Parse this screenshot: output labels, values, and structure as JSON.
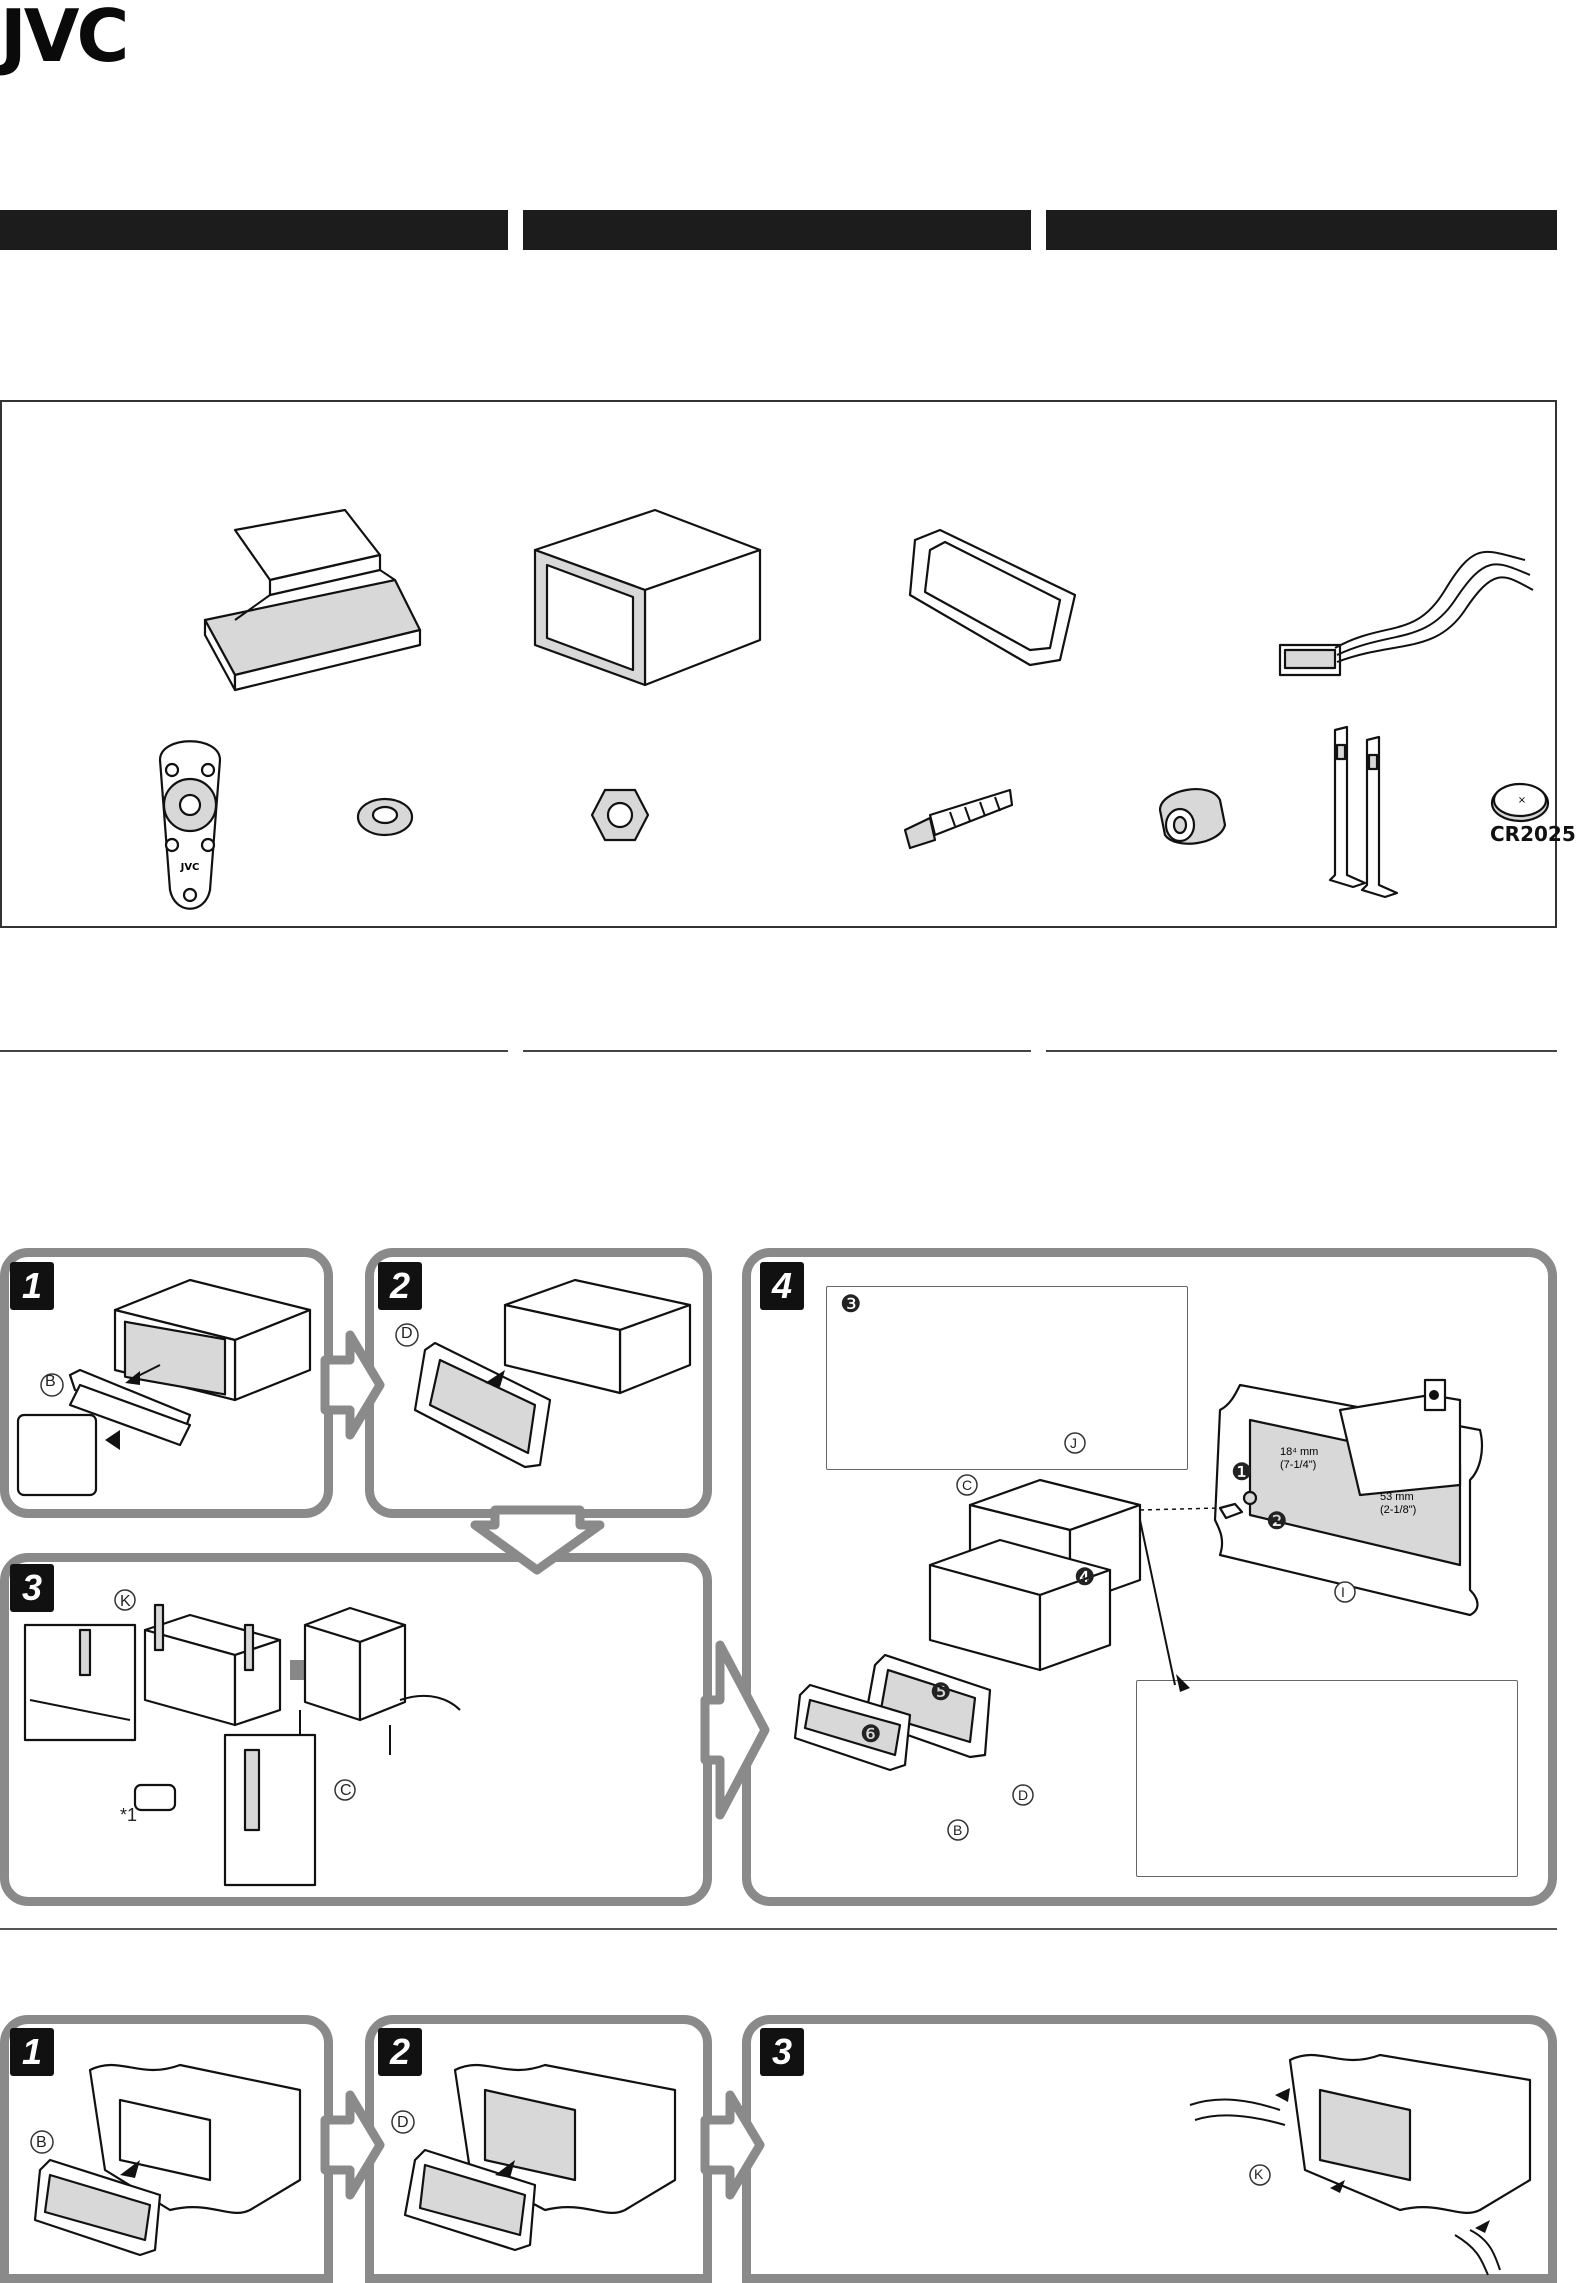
{
  "brand": {
    "logo": "JVC"
  },
  "parts_labels": {
    "battery": "CR2025",
    "remote_logo": "JVC"
  },
  "install_steps": [
    "1",
    "2",
    "3",
    "4"
  ],
  "step4_bullets": [
    "❸",
    "❶",
    "❷",
    "❹",
    "❺",
    "❻"
  ],
  "callout_letters": {
    "B": "B",
    "C": "C",
    "D": "D",
    "I": "I",
    "J": "J",
    "K": "K",
    "note1": "*1"
  },
  "removal_steps": [
    "1",
    "2",
    "3"
  ],
  "bracket_text": {
    "line1": "18⁴ mm",
    "line2": "(7-1/4\")",
    "line3": "53 mm",
    "line4": "(2-1/8\")"
  }
}
